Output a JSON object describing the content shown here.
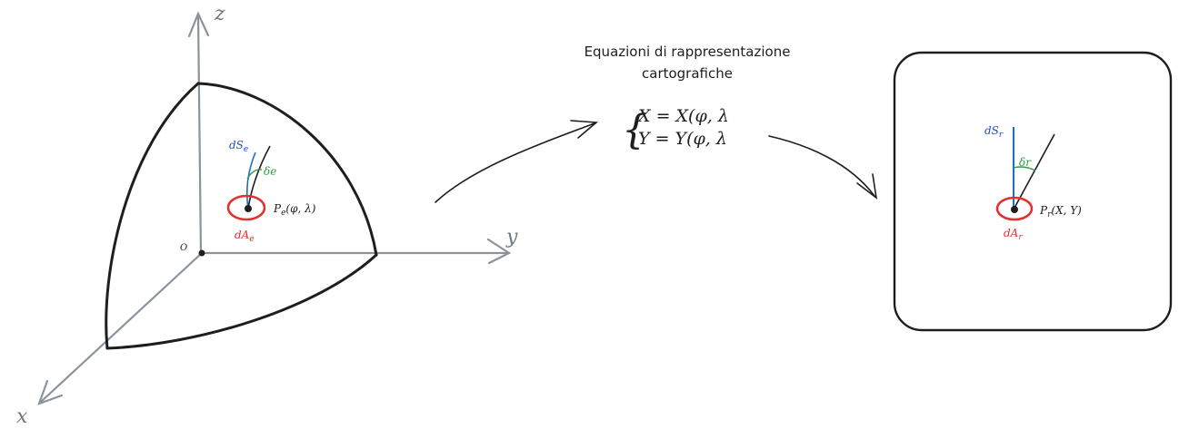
{
  "axes": {
    "z": "z",
    "y": "y",
    "x": "x",
    "origin": "O"
  },
  "ellipsoid_side": {
    "arc_label": "dS",
    "arc_sub": "e",
    "angle_label": "δe",
    "point_label": "P",
    "point_sub": "e",
    "point_args": "(φ, λ)",
    "area_label": "dA",
    "area_sub": "e"
  },
  "equations": {
    "title_line1": "Equazioni di rappresentazione",
    "title_line2": "cartografiche",
    "eq1": "X = X(φ, λ",
    "eq2": "Y = Y(φ, λ"
  },
  "plane_side": {
    "arc_label": "dS",
    "arc_sub": "r",
    "angle_label": "δr",
    "point_label": "P",
    "point_sub": "r",
    "point_args": "(X, Y)",
    "area_label": "dA",
    "area_sub": "r"
  },
  "colors": {
    "axis": "#8a939c",
    "stroke": "#1e1e1e",
    "blue": "#1f4fd1",
    "blue_line": "#1971c2",
    "green": "#2f9e44",
    "red": "#e03131"
  }
}
